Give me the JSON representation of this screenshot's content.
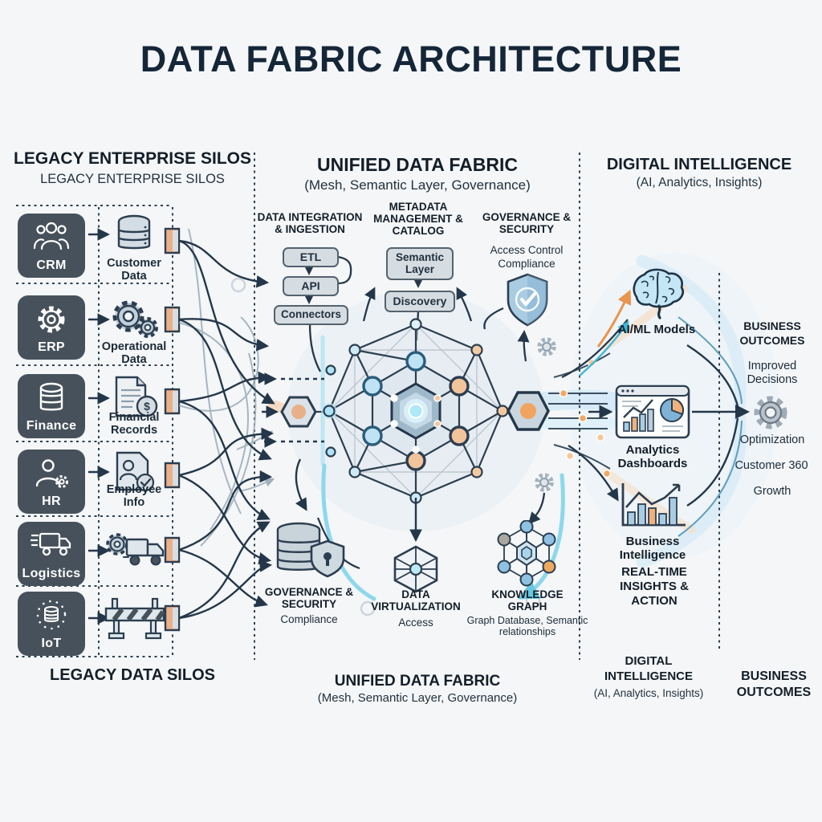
{
  "title": "DATA FABRIC ARCHITECTURE",
  "legacy": {
    "heading": "LEGACY ENTERPRISE SILOS",
    "subheading": "LEGACY ENTERPRISE SILOS",
    "footer": "LEGACY DATA SILOS",
    "rows": [
      {
        "system": "CRM",
        "label": "Customer Data"
      },
      {
        "system": "ERP",
        "label": "Operational Data"
      },
      {
        "system": "Finance",
        "label": "Financial Records"
      },
      {
        "system": "HR",
        "label": "Employee Info"
      },
      {
        "system": "Logistics",
        "label": ""
      },
      {
        "system": "IoT",
        "label": ""
      }
    ]
  },
  "fabric": {
    "heading": "UNIFIED DATA FABRIC",
    "subheading": "(Mesh, Semantic Layer, Governance)",
    "integration_heading": "DATA INTEGRATION & INGESTION",
    "integration_boxes": [
      "ETL",
      "API",
      "Connectors"
    ],
    "metadata_heading": "METADATA MANAGEMENT & CATALOG",
    "metadata_boxes": [
      "Semantic Layer",
      "Discovery"
    ],
    "security_heading": "GOVERNANCE & SECURITY",
    "security_line1": "Access Control",
    "security_line2": "Compliance",
    "governance_bottom_heading": "GOVERNANCE & SECURITY",
    "governance_bottom_sub": "Compliance",
    "virtualization_heading": "DATA VIRTUALIZATION",
    "virtualization_sub": "Access",
    "knowledge_heading": "KNOWLEDGE GRAPH",
    "knowledge_sub": "Graph Database, Semantic relationships",
    "footer_heading": "UNIFIED DATA FABRIC",
    "footer_subheading": "(Mesh, Semantic Layer, Governance)"
  },
  "intelligence": {
    "heading": "DIGITAL INTELLIGENCE",
    "subheading": "(AI, Analytics, Insights)",
    "items": [
      {
        "label": "AI/ML Models"
      },
      {
        "label": "Analytics Dashboards"
      },
      {
        "label": "Business Intelligence"
      }
    ],
    "realtime": "REAL-TIME INSIGHTS & ACTION",
    "footer_heading": "DIGITAL INTELLIGENCE",
    "footer_subheading": "(AI, Analytics, Insights)"
  },
  "outcomes": {
    "heading": "BUSINESS OUTCOMES",
    "items": [
      "Improved Decisions",
      "Optimization",
      "Customer 360",
      "Growth"
    ],
    "footer": "BUSINESS OUTCOMES"
  },
  "colors": {
    "ink": "#24374a",
    "panel_dark": "#46515b",
    "accent_orange": "#E8A87C",
    "accent_blue": "#7EC8E3",
    "background": "#f4f6f8"
  }
}
